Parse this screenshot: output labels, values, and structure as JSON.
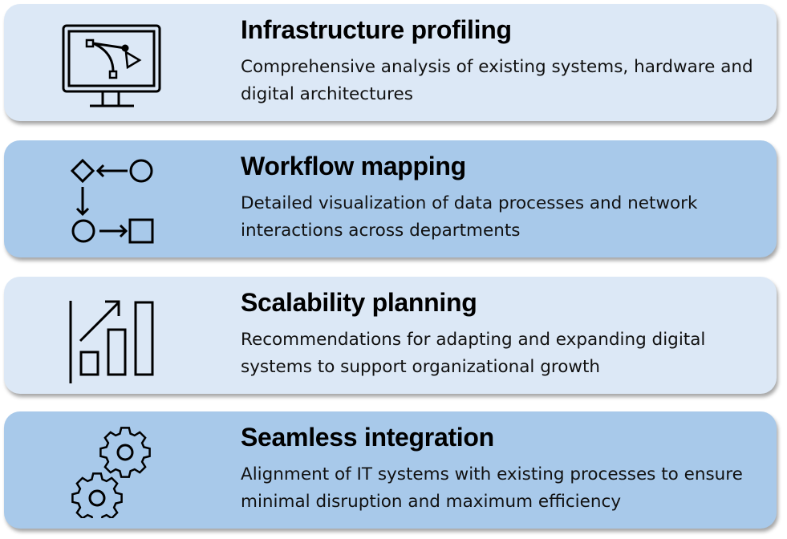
{
  "items": [
    {
      "title": "Infrastructure profiling",
      "description": "Comprehensive analysis of existing systems, hardware and digital architectures",
      "icon": "monitor-vector-icon"
    },
    {
      "title": "Workflow mapping",
      "description": "Detailed visualization of data processes and network interactions across departments",
      "icon": "workflow-icon"
    },
    {
      "title": "Scalability planning",
      "description": "Recommendations for adapting and expanding digital systems to support organizational growth",
      "icon": "growth-chart-icon"
    },
    {
      "title": "Seamless integration",
      "description": "Alignment of IT systems with existing processes to ensure minimal disruption and maximum efficiency",
      "icon": "gears-icon"
    }
  ],
  "colors": {
    "light": "#dce8f6",
    "dark": "#a8c9ea"
  }
}
